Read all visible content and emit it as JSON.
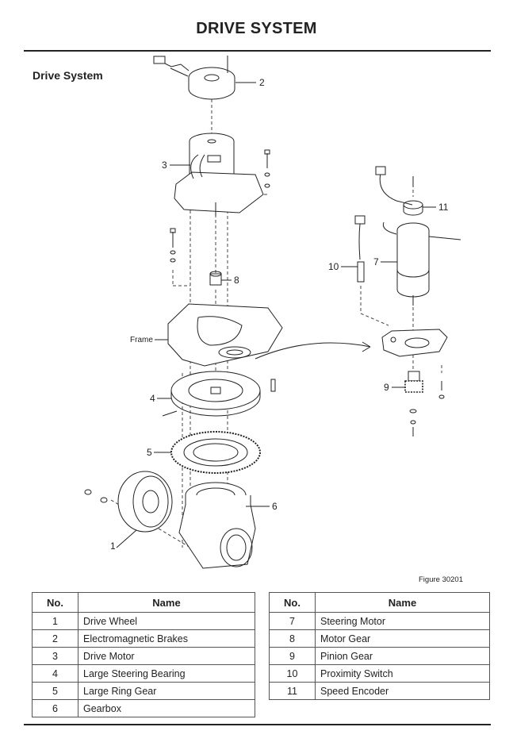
{
  "header": {
    "title": "DRIVE SYSTEM"
  },
  "section": {
    "title": "Drive System"
  },
  "figure": {
    "reference": "Figure 30201",
    "callouts": {
      "n1": "1",
      "n2": "2",
      "n3": "3",
      "n4": "4",
      "n5": "5",
      "n6": "6",
      "n7": "7",
      "n8": "8",
      "n9": "9",
      "n10": "10",
      "n11": "11",
      "frame": "Frame"
    }
  },
  "tables": {
    "col_no": "No.",
    "col_name": "Name",
    "left": [
      {
        "no": "1",
        "name": "Drive Wheel"
      },
      {
        "no": "2",
        "name": "Electromagnetic Brakes"
      },
      {
        "no": "3",
        "name": "Drive Motor"
      },
      {
        "no": "4",
        "name": "Large Steering Bearing"
      },
      {
        "no": "5",
        "name": "Large Ring Gear"
      },
      {
        "no": "6",
        "name": "Gearbox"
      }
    ],
    "right": [
      {
        "no": "7",
        "name": "Steering Motor"
      },
      {
        "no": "8",
        "name": "Motor Gear"
      },
      {
        "no": "9",
        "name": "Pinion Gear"
      },
      {
        "no": "10",
        "name": "Proximity Switch"
      },
      {
        "no": "11",
        "name": "Speed Encoder"
      }
    ]
  }
}
